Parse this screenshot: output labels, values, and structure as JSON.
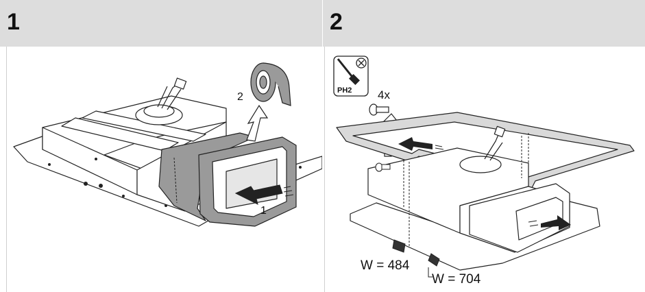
{
  "steps": [
    {
      "number": "1",
      "callouts": [
        "2",
        "1"
      ]
    },
    {
      "number": "2",
      "tool_label": "PH2",
      "screw_count": "4x",
      "width_labels": [
        "W = 484",
        "W = 704"
      ]
    }
  ],
  "colors": {
    "header_bg": "#dddddd",
    "line": "#222222",
    "tape_gray": "#9a9a9a",
    "frame_fill": "#d9d9d9"
  }
}
